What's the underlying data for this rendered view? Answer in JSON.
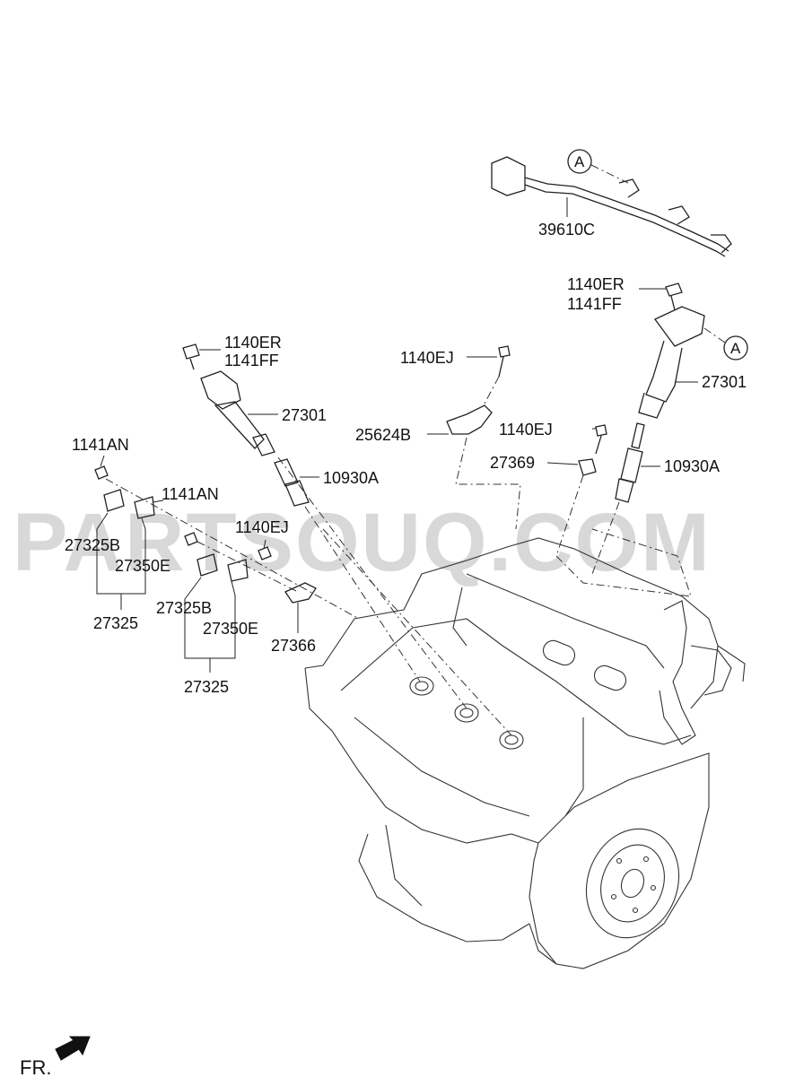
{
  "watermark": "PARTSOUQ.COM",
  "orientation": {
    "label": "FR."
  },
  "reference_marks": {
    "top": "A",
    "coil": "A"
  },
  "labels": {
    "harness": "39610C",
    "bolt_right_1": "1140ER",
    "bolt_right_2": "1141FF",
    "coil_right": "27301",
    "bolt_left_1": "1140ER",
    "bolt_left_2": "1141FF",
    "coil_left": "27301",
    "bolt_ej_top": "1140EJ",
    "sensor_bracket": "25624B",
    "bolt_ej_mid": "1140EJ",
    "clip": "27369",
    "plug_right": "10930A",
    "plug_left": "10930A",
    "bolt_an_1": "1141AN",
    "bolt_an_2": "1141AN",
    "bolt_ej_low": "1140EJ",
    "sensor_1_b": "27325B",
    "sensor_1_e": "27350E",
    "sensor_1_assy": "27325",
    "sensor_2_b": "27325B",
    "sensor_2_e": "27350E",
    "sensor_2_assy": "27325",
    "bracket_low": "27366"
  }
}
